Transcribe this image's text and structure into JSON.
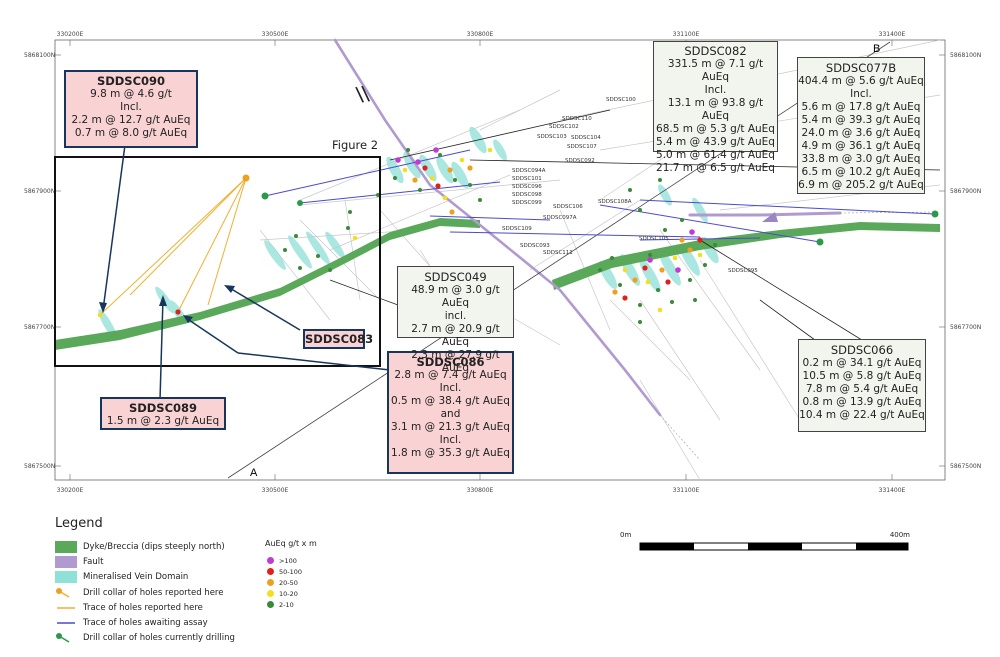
{
  "axes": {
    "x_ticks": [
      "330200E",
      "330500E",
      "330800E",
      "331100E",
      "331400E"
    ],
    "y_ticks": [
      "5868100N",
      "5867900N",
      "5867700N",
      "5867500N"
    ]
  },
  "figure_label": "Figure 2",
  "section_labels": {
    "a": "A",
    "b": "B"
  },
  "hole_labels": [
    "SDDSC100",
    "SDDSC110",
    "SDDSC102",
    "SDDSC103",
    "SDDSC104",
    "SDDSC107",
    "SDDSC092",
    "SDDSC094A",
    "SDDSC101",
    "SDDSC096",
    "SDDSC098",
    "SDDSC099",
    "SDDSC106",
    "SDDSC108A",
    "SDDSC097A",
    "SDDSC109",
    "SDDSC105",
    "SDDSC093",
    "SDDSC111",
    "SDDSC095"
  ],
  "callouts": {
    "sddsc090": {
      "title": "SDDSC090",
      "lines": [
        "9.8 m @ 4.6 g/t",
        "Incl.",
        "2.2 m @ 12.7 g/t AuEq",
        "0.7 m @ 8.0 g/t AuEq"
      ]
    },
    "sddsc089": {
      "title": "SDDSC089",
      "lines": [
        "1.5 m @ 2.3 g/t AuEq"
      ]
    },
    "sddsc083": {
      "title": "SDDSC083",
      "lines": []
    },
    "sddsc086": {
      "title": "SDDSC086",
      "lines": [
        "2.8 m @ 7.4 g/t AuEq",
        "Incl.",
        "0.5 m @ 38.4 g/t AuEq",
        "and",
        "3.1 m @ 21.3 g/t AuEq",
        "Incl.",
        "1.8 m @ 35.3 g/t AuEq"
      ]
    },
    "sddsc049": {
      "title": "SDDSC049",
      "lines": [
        "48.9 m @ 3.0 g/t AuEq",
        "incl.",
        "2.7 m @ 20.9 g/t AuEq",
        "2.3 m @ 27.9 g/t AuEq"
      ]
    },
    "sddsc082": {
      "title": "SDDSC082",
      "lines": [
        "331.5 m @ 7.1 g/t AuEq",
        "Incl.",
        "13.1 m @ 93.8 g/t AuEq",
        "68.5 m @ 5.3 g/t AuEq",
        "5.4 m @ 43.9 g/t AuEq",
        "5.0 m @ 61.4 g/t AuEq",
        "21.7 m @ 6.5 g/t AuEq"
      ]
    },
    "sddsc077b": {
      "title": "SDDSC077B",
      "lines": [
        "404.4 m @ 5.6 g/t AuEq",
        "Incl.",
        "5.6 m @ 17.8 g/t AuEq",
        "5.4 m @ 39.3 g/t AuEq",
        "24.0 m @ 3.6 g/t AuEq",
        "4.9 m @ 36.1 g/t AuEq",
        "33.8 m @ 3.0 g/t AuEq",
        "6.5 m @ 10.2 g/t AuEq",
        "6.9 m @ 205.2 g/t AuEq"
      ]
    },
    "sddsc066": {
      "title": "SDDSC066",
      "lines": [
        "0.2 m @ 34.1 g/t AuEq",
        "10.5 m @ 5.8 g/t AuEq",
        "7.8 m @ 5.4 g/t AuEq",
        "0.8 m @ 13.9 g/t AuEq",
        "10.4 m @ 22.4 g/t AuEq"
      ]
    }
  },
  "legend": {
    "title": "Legend",
    "items": [
      {
        "label": "Dyke/Breccia (dips steeply north)",
        "icon": "green-fill-swatch"
      },
      {
        "label": "Fault",
        "icon": "purple-fill-swatch"
      },
      {
        "label": "Mineralised Vein Domain",
        "icon": "cyan-fill-swatch"
      },
      {
        "label": "Drill collar of holes reported here",
        "icon": "orange-collar-icon"
      },
      {
        "label": "Trace of holes reported here",
        "icon": "orange-line-icon"
      },
      {
        "label": "Trace of holes awaiting assay",
        "icon": "blue-line-icon"
      },
      {
        "label": "Drill collar of holes currently drilling",
        "icon": "green-collar-icon"
      }
    ]
  },
  "grade_legend": {
    "title": "AuEq g/t x m",
    "items": [
      {
        "label": ">100",
        "color": "#c23ad6"
      },
      {
        "label": "50-100",
        "color": "#e0201c"
      },
      {
        "label": "20-50",
        "color": "#f0a020"
      },
      {
        "label": "10-20",
        "color": "#f2e020"
      },
      {
        "label": "2-10",
        "color": "#3a8a3a"
      }
    ]
  },
  "scale_bar": {
    "start": "0m",
    "end": "400m"
  },
  "colors": {
    "dyke": "#5aa85a",
    "fault": "#b09ad0",
    "vein": "#8fe0d8",
    "reported": "#f0b030",
    "awaiting": "#4a4ad0",
    "drilling": "#2a9a4a"
  }
}
